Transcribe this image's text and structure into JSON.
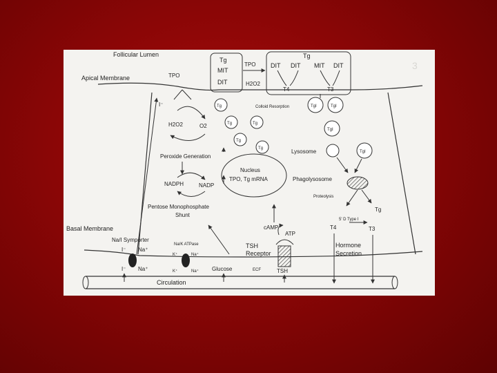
{
  "labels": {
    "follicular_lumen": "Follicular Lumen",
    "apical_membrane": "Apical Membrane",
    "basal_membrane": "Basal Membrane",
    "tpo": "TPO",
    "tpo_left": "TPO",
    "box_left": [
      "Tg",
      "MIT",
      "DIT"
    ],
    "h2o2_apical": "H2O2",
    "box_right_tg": "Tg",
    "box_right_items": [
      "DIT",
      "DIT",
      "MIT",
      "DIT"
    ],
    "t4_apical": "T4",
    "t3_apical": "T3",
    "iodide_apical": "I⁻",
    "colloid_resorption": "Colloid Resorption",
    "h2o2_cell": "H2O2",
    "o2": "O2",
    "peroxide_generation": "Peroxide Generation",
    "nadph": "NADPH",
    "nadp": "NADP",
    "pentose_shunt": [
      "Pentose Monophosphate",
      "Shunt"
    ],
    "nucleus": [
      "Nucleus",
      "TPO, Tg mRNA"
    ],
    "lysosome": "Lysosome",
    "phagolysosome": "Phagolysosome",
    "proteolysis": "Proteolysis",
    "tg_out": "Tg",
    "deiodinase": "5' D Type I",
    "t4_cell": "T4",
    "t3_cell": "T3",
    "camp": "cAMP",
    "atp": "ATP",
    "tsh_receptor": [
      "TSH",
      "Receptor"
    ],
    "hormone_secretion": [
      "Hormone",
      "Secretion"
    ],
    "na_i_symporter": "Na/I Symporter",
    "symporter_iodide": "I⁻",
    "symporter_na": "Na⁺",
    "na_k_atpase": "Na/K ATPase",
    "atpase_k_top": "K⁺",
    "atpase_na_top": "Na⁺",
    "atpase_k_bottom": "K⁺",
    "atpase_na_bottom": "Na⁺",
    "iodide_basal": "I⁻",
    "na_basal": "Na⁺",
    "glucose": "Glucose",
    "ecf": "ECF",
    "tsh": "TSH",
    "circulation": "Circulation"
  },
  "molecules": {
    "tg_row1": "Tg",
    "tg_row2a": "Tg",
    "tg_row2b": "Tg",
    "tg_row3a": "Tg",
    "tg_row3b": "Tg",
    "tgi_1": "TgI",
    "tgi_2": "TgI",
    "tgi_3": "TgI",
    "tgi_4": "TgI"
  }
}
